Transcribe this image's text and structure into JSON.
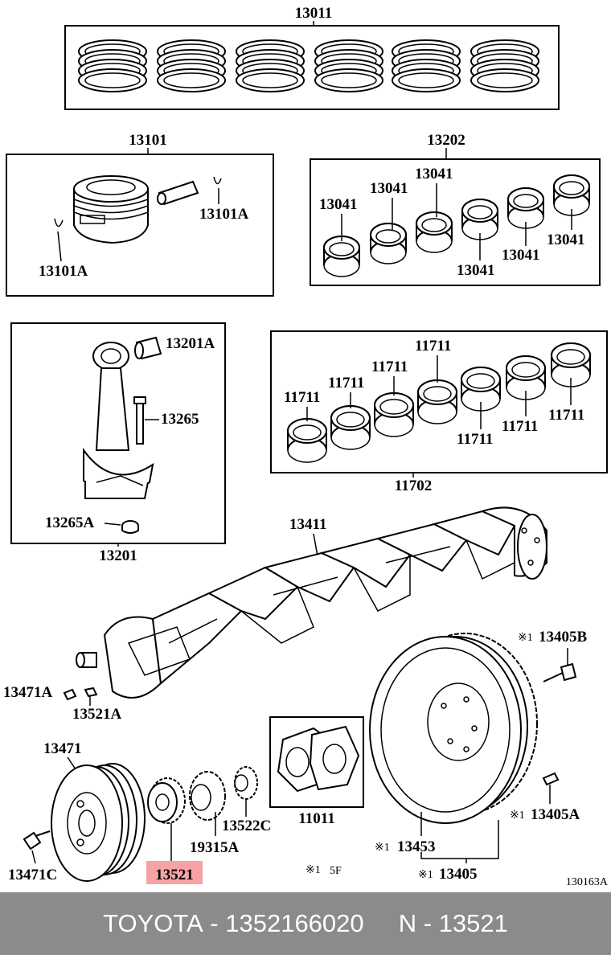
{
  "diagram": {
    "labels": {
      "rings_set": "13011",
      "piston": "13101",
      "piston_clip_right": "13101A",
      "piston_clip_left": "13101A",
      "conrod_bearing_set": "13202",
      "conrod_bearing": "13041",
      "conrod_bushing": "13201A",
      "conrod_bolt": "13265",
      "conrod_nut": "13265A",
      "conrod": "13201",
      "main_bearing": "11711",
      "main_bearing_set": "11702",
      "crankshaft": "13411",
      "flywheel_bolt": "13405B",
      "key": "13471A",
      "key_2": "13521A",
      "pulley": "13471",
      "pulley_bolt": "13471C",
      "crank_gear": "13521",
      "timing_rotor": "19315A",
      "crank_plate": "13522C",
      "gasket_kit": "11011",
      "flywheel_sub": "13453",
      "flywheel": "13405",
      "flywheel_pin": "13405A",
      "note_mark": "※1",
      "note_code": "5F",
      "catalog_id": "130163A"
    },
    "highlight_color": "#f7a3a6"
  },
  "footer": {
    "brand": "TOYOTA",
    "part_number": "1352166020",
    "ref": "N",
    "ref_code": "13521",
    "separator": " - ",
    "background_color": "#8b8b8b"
  }
}
